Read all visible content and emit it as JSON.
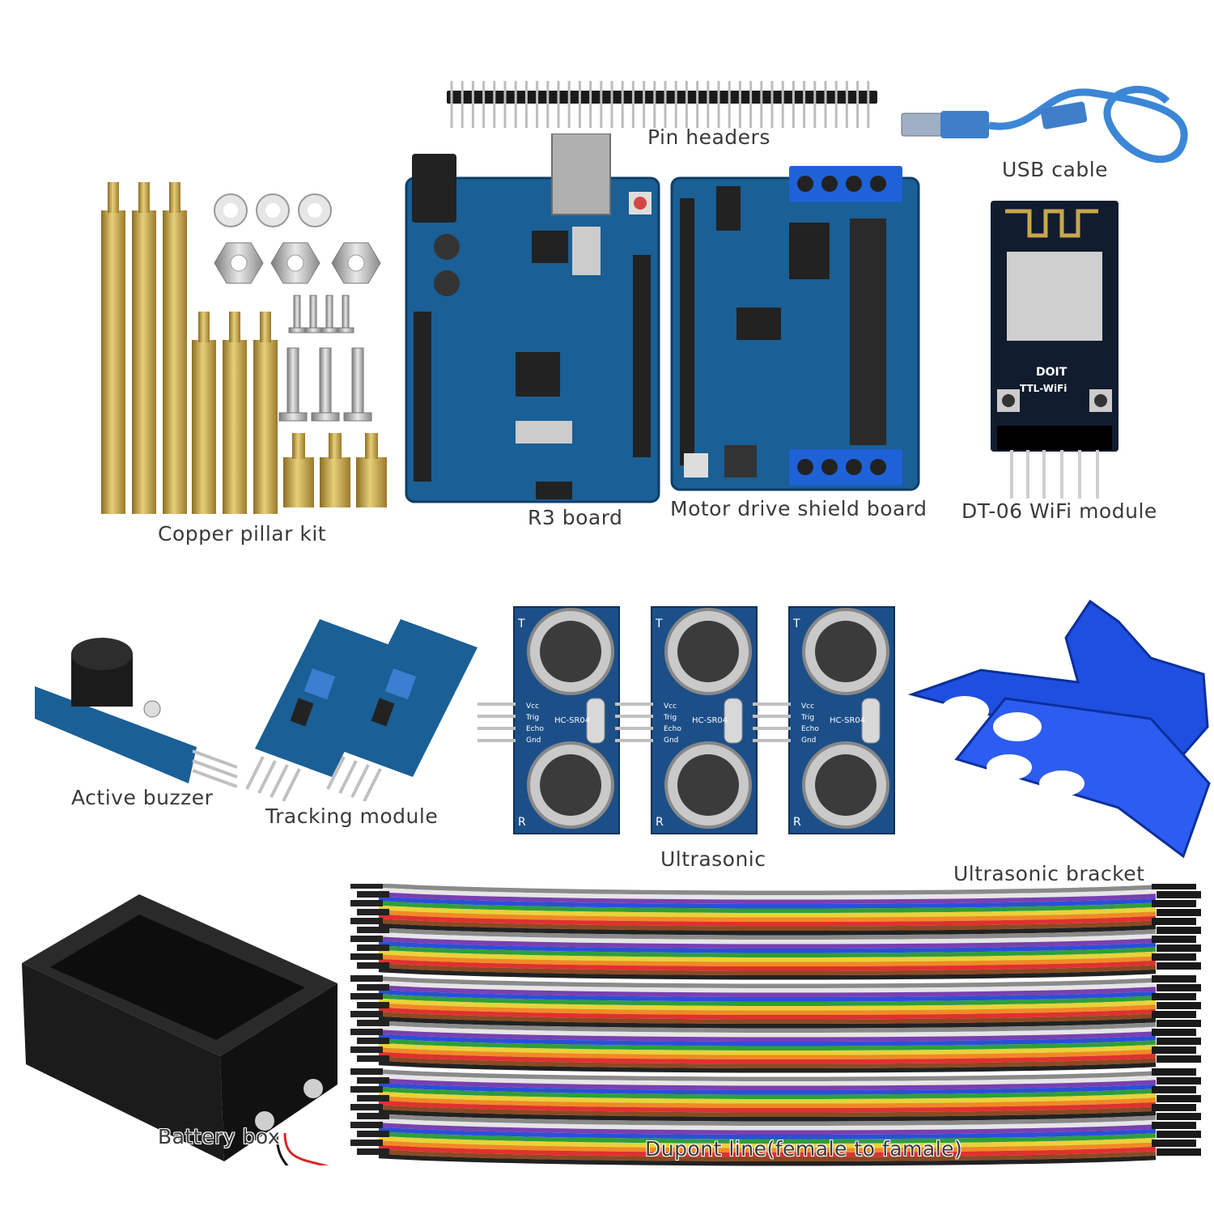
{
  "labels": {
    "pin_headers": "Pin headers",
    "usb_cable": "USB cable",
    "copper_pillar_kit": "Copper pillar kit",
    "r3_board": "R3 board",
    "motor_drive_shield": "Motor drive shield board",
    "wifi_module": "DT-06 WiFi module",
    "active_buzzer": "Active buzzer",
    "tracking_module": "Tracking module",
    "ultrasonic": "Ultrasonic",
    "ultrasonic_bracket": "Ultrasonic bracket",
    "battery_box": "Battery box",
    "dupont_line": "Dupont line(female to famale)"
  },
  "component_markings": {
    "wifi_brand": "DOIT",
    "wifi_silk": "TTL-WiFi",
    "sensor_model": "HC-SR04",
    "sensor_pins": [
      "Vcc",
      "Trig",
      "Echo",
      "Gnd"
    ],
    "sensor_t": "T",
    "sensor_r": "R"
  },
  "colors": {
    "pcb_blue": "#1a5f95",
    "brass": "#c9a64a",
    "bracket_blue": "#1f4fe0",
    "wire_colors": [
      "#8a8a8a",
      "#ffffff",
      "#7a3fb0",
      "#2b4fd8",
      "#2f9e3a",
      "#e9d23a",
      "#f08a24",
      "#e03030",
      "#8b4a22",
      "#222222"
    ]
  }
}
